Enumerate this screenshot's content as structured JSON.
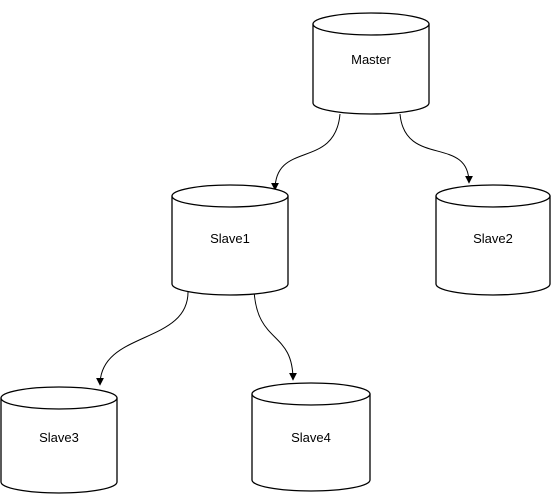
{
  "diagram": {
    "nodes": [
      {
        "id": "master",
        "label": "Master"
      },
      {
        "id": "slave1",
        "label": "Slave1"
      },
      {
        "id": "slave2",
        "label": "Slave2"
      },
      {
        "id": "slave3",
        "label": "Slave3"
      },
      {
        "id": "slave4",
        "label": "Slave4"
      }
    ],
    "edges": [
      {
        "from": "master",
        "to": "slave1"
      },
      {
        "from": "master",
        "to": "slave2"
      },
      {
        "from": "slave1",
        "to": "slave3"
      },
      {
        "from": "slave1",
        "to": "slave4"
      }
    ],
    "colors": {
      "stroke": "#000000",
      "fill": "#ffffff"
    }
  }
}
